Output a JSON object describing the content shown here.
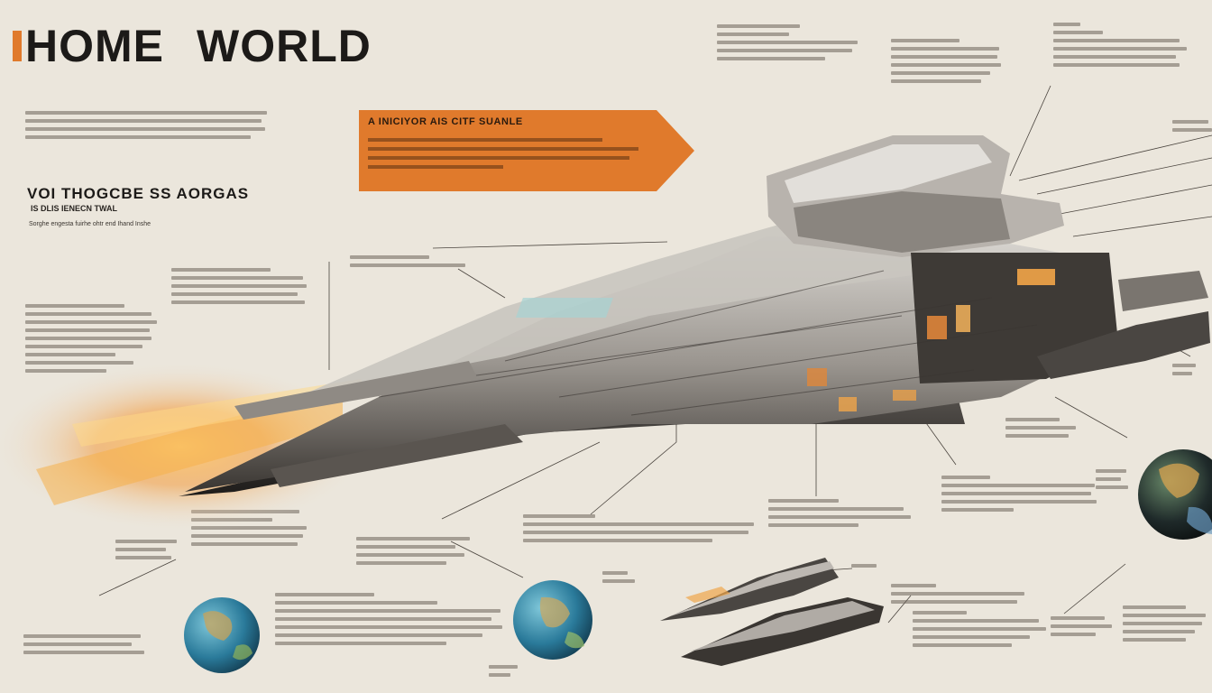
{
  "header": {
    "title_part1": "HOME",
    "title_part2": "WORLD"
  },
  "left_panel": {
    "heading": "VOI THOGCBE SS AORGAS",
    "subheading": "IS DLIS IENECN TWAL",
    "caption": "Sorghe engesta fuirhe ohtr end Ihand Inshe"
  },
  "callout": {
    "heading": "A INICIYOR AIS CITF SUANLE"
  },
  "colors": {
    "accent_orange": "#e07a2c",
    "background": "#ebe6dc",
    "hull_grey": "#6a6560",
    "engine_glow": "#f6a53a"
  },
  "icons": {
    "starship": "starship-illustration",
    "planet": "planet-globe-icon",
    "escort": "escort-ship-illustration"
  }
}
